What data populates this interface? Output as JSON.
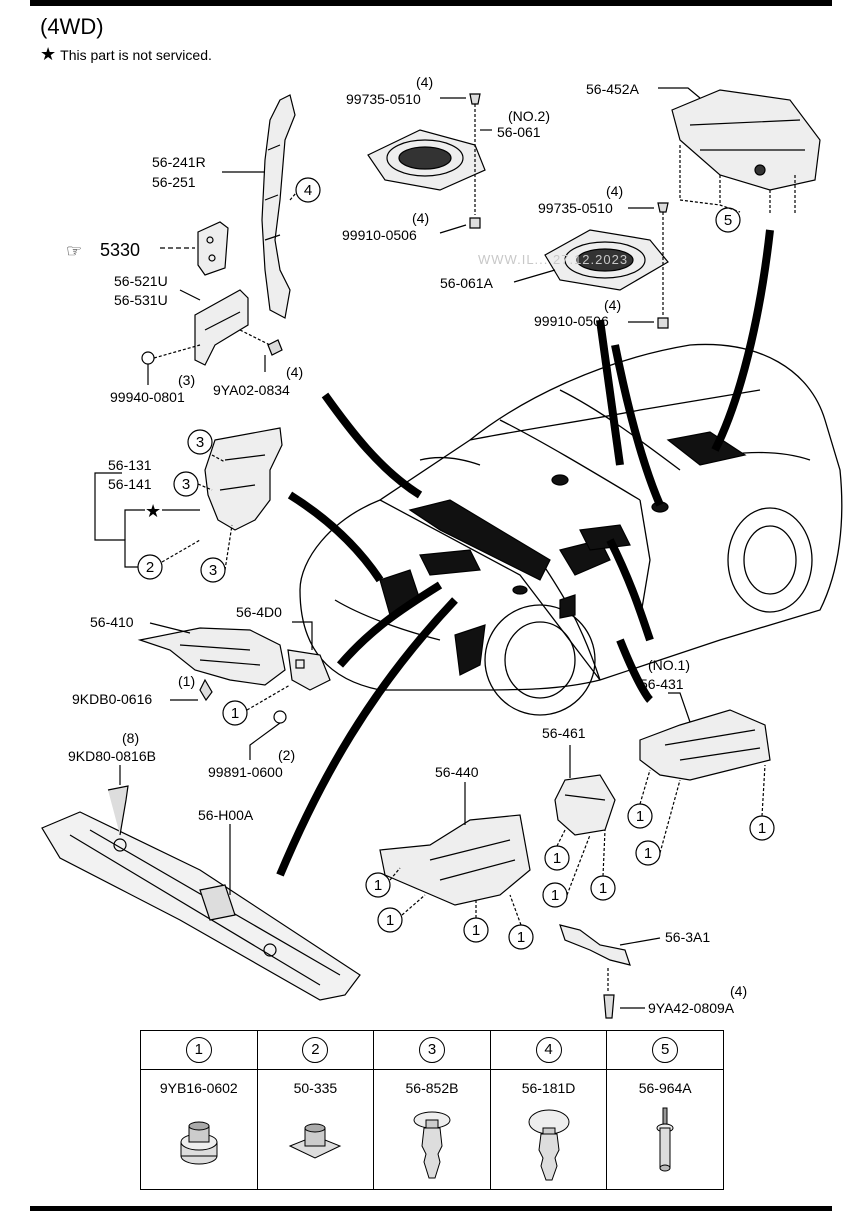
{
  "header": {
    "title": "(4WD)",
    "note_symbol": "★",
    "note_text": "This part is not serviced."
  },
  "watermark": "WWW.IL... 27.12.2023",
  "callouts": {
    "qty_4_a": "(4)",
    "c_99735_0510_a": "99735-0510",
    "no2": "(NO.2)",
    "c_56_061": "56-061",
    "qty_4_b": "(4)",
    "c_99910_0506_a": "99910-0506",
    "c_56_452A": "56-452A",
    "qty_4_c": "(4)",
    "c_99735_0510_b": "99735-0510",
    "c_56_061A": "56-061A",
    "qty_4_d": "(4)",
    "c_99910_0506_b": "99910-0506",
    "c_56_241R": "56-241R",
    "c_56_251": "56-251",
    "ref_arrow": "☞",
    "c_5330": "5330",
    "c_56_521U": "56-521U",
    "c_56_531U": "56-531U",
    "qty_3": "(3)",
    "c_99940_0801": "99940-0801",
    "qty_4_e": "(4)",
    "c_9YA02_0834": "9YA02-0834",
    "c_56_131": "56-131",
    "c_56_141": "56-141",
    "star": "★",
    "c_56_410": "56-410",
    "c_56_4D0": "56-4D0",
    "qty_1": "(1)",
    "c_9KDB0_0616": "9KDB0-0616",
    "qty_2": "(2)",
    "c_99891_0600": "99891-0600",
    "qty_8": "(8)",
    "c_9KD80_0816B": "9KD80-0816B",
    "c_56_H00A": "56-H00A",
    "c_56_440": "56-440",
    "c_56_461": "56-461",
    "no1": "(NO.1)",
    "c_56_431": "56-431",
    "c_56_3A1": "56-3A1",
    "qty_4_f": "(4)",
    "c_9YA42_0809A": "9YA42-0809A"
  },
  "circle_numbers": {
    "one": "1",
    "two": "2",
    "three": "3",
    "four": "4",
    "five": "5"
  },
  "legend": {
    "numbers": [
      "1",
      "2",
      "3",
      "4",
      "5"
    ],
    "codes": [
      "9YB16-0602",
      "50-335",
      "56-852B",
      "56-181D",
      "56-964A"
    ],
    "icons": [
      "nut-part-icon",
      "clip-part-icon",
      "push-rivet-icon",
      "mushroom-rivet-icon",
      "pin-rivet-icon"
    ]
  }
}
